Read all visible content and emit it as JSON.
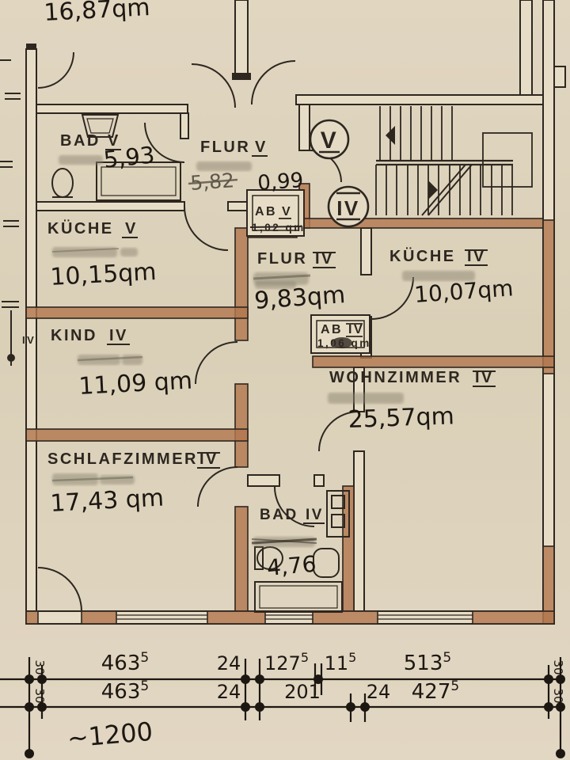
{
  "plan": {
    "handwritten_top_area": "16,87qm",
    "badges": {
      "v": "V",
      "iv": "IV"
    },
    "rooms": {
      "bad5": {
        "label": "BAD",
        "unit": "V",
        "value": "5,93"
      },
      "flur5": {
        "label": "FLUR",
        "unit": "V",
        "struck_value": "5,82",
        "extra_value": "0,99"
      },
      "ab5": {
        "label": "AB",
        "unit": "V",
        "old_value": "1,02 qm"
      },
      "kueche5": {
        "label": "KÜCHE",
        "unit": "V",
        "value": "10,15qm"
      },
      "kind4": {
        "label": "KIND",
        "unit": "IV",
        "value": "11,09 qm"
      },
      "flur4": {
        "label": "FLUR",
        "unit": "IV",
        "value": "9,83qm"
      },
      "kueche4": {
        "label": "KÜCHE",
        "unit": "IV",
        "value": "10,07qm"
      },
      "ab4": {
        "label": "AB",
        "unit": "IV",
        "old_value": "1,06 qm"
      },
      "wohnzimmer4": {
        "label": "WOHNZIMMER",
        "unit": "IV",
        "value": "25,57qm"
      },
      "schlafzimmer4": {
        "label": "SCHLAFZIMMER",
        "unit": "IV",
        "value": "17,43 qm"
      },
      "bad4": {
        "label": "BAD",
        "unit": "IV",
        "value": "4,76"
      }
    },
    "dimensions": {
      "row1": {
        "edge_left": "30",
        "seg1": {
          "v": "463",
          "sup": "5"
        },
        "seg2": {
          "v": "24"
        },
        "seg3": {
          "v": "127",
          "sup": "5"
        },
        "seg4": {
          "v": "11",
          "sup": "5"
        },
        "seg5": {
          "v": "513",
          "sup": "5"
        },
        "edge_right": "30"
      },
      "row2": {
        "edge_left": "30",
        "seg1": {
          "v": "463",
          "sup": "5"
        },
        "seg2": {
          "v": "24"
        },
        "seg3": {
          "v": "201"
        },
        "seg4": {
          "v": "24"
        },
        "seg5": {
          "v": "427",
          "sup": "5"
        },
        "edge_right": "30"
      },
      "scale_note": "~1200"
    },
    "margin_note_iv": "IV",
    "colors": {
      "paper": "#e2d8c2",
      "ink": "#2e2720",
      "wall_brown": "#b2784f",
      "pencil": "#6b6354"
    }
  }
}
